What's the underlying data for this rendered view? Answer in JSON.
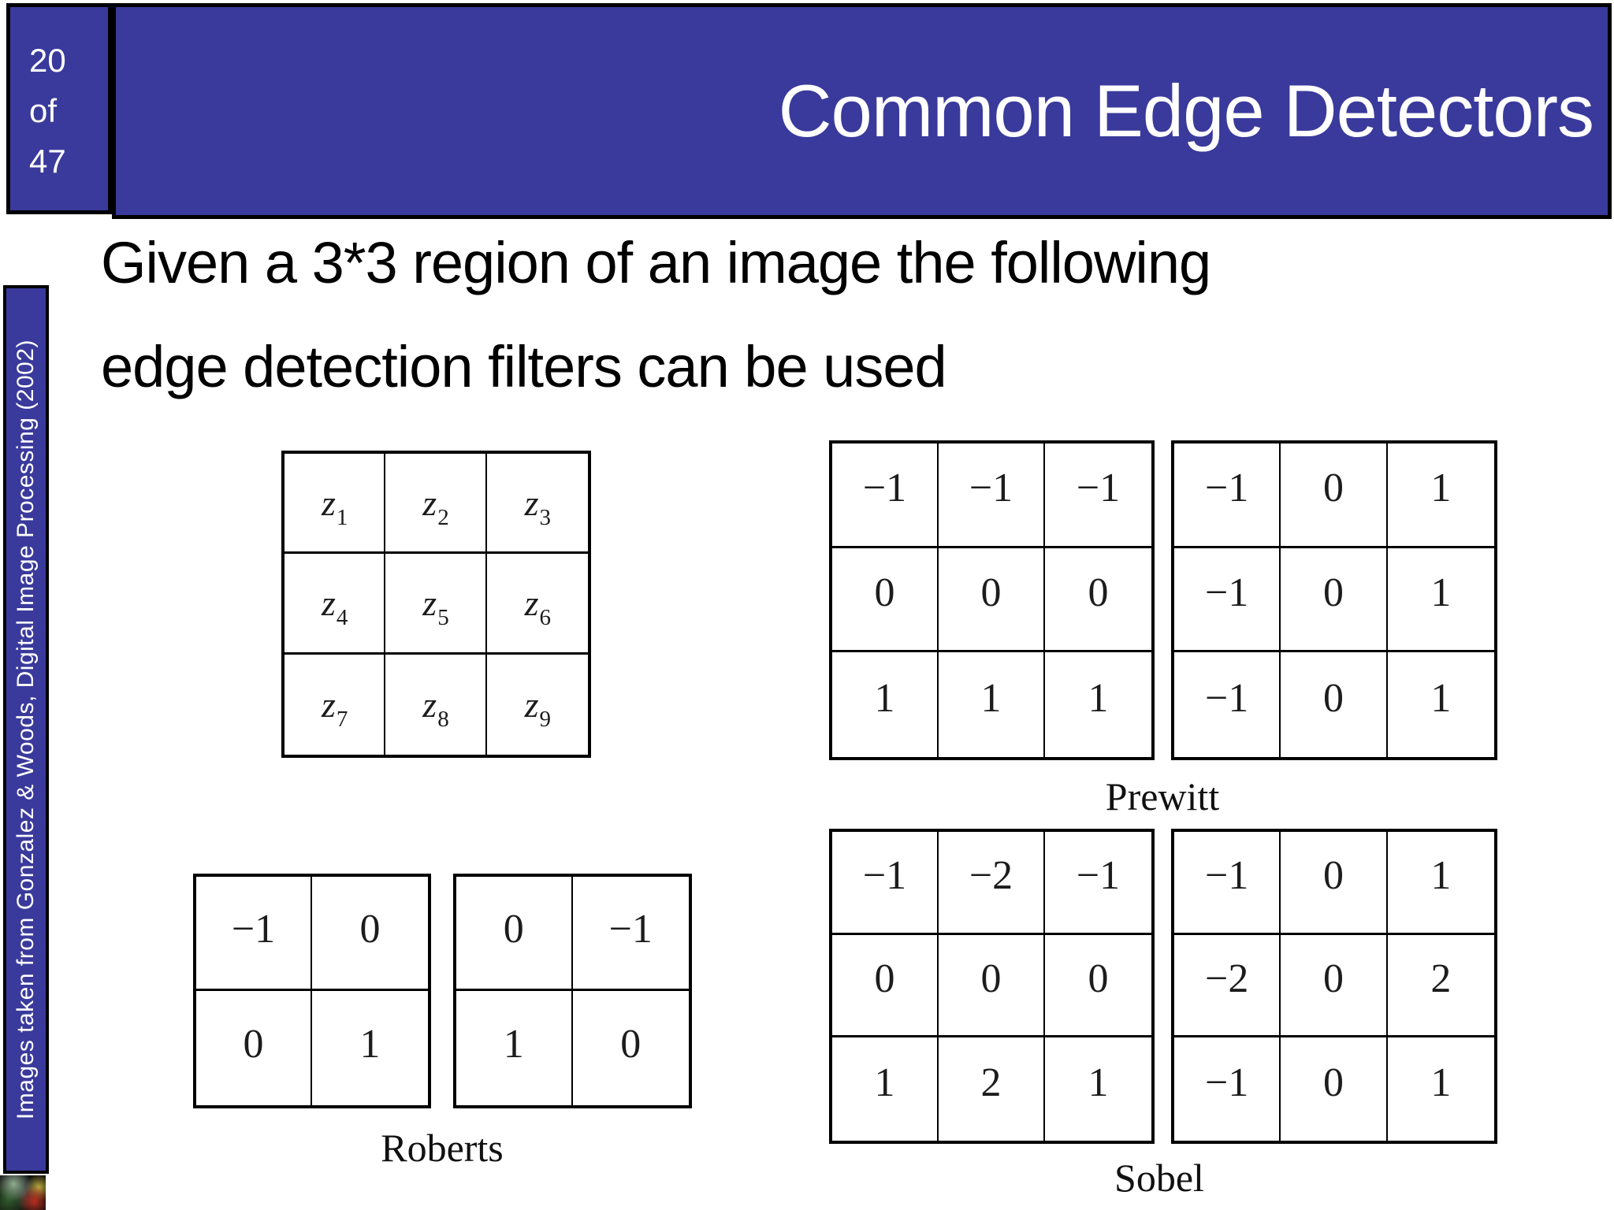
{
  "header": {
    "page_number_lines": [
      "20",
      "of",
      "47"
    ],
    "title": "Common Edge Detectors"
  },
  "sidebar": {
    "credit": "Images taken from Gonzalez & Woods, Digital Image Processing (2002)"
  },
  "body": {
    "intro_line1": "Given a 3*3 region of an image the following",
    "intro_line2": "edge detection filters can be used"
  },
  "z_matrix": {
    "cells": [
      {
        "base": "z",
        "sub": "1"
      },
      {
        "base": "z",
        "sub": "2"
      },
      {
        "base": "z",
        "sub": "3"
      },
      {
        "base": "z",
        "sub": "4"
      },
      {
        "base": "z",
        "sub": "5"
      },
      {
        "base": "z",
        "sub": "6"
      },
      {
        "base": "z",
        "sub": "7"
      },
      {
        "base": "z",
        "sub": "8"
      },
      {
        "base": "z",
        "sub": "9"
      }
    ]
  },
  "filters": {
    "prewitt": {
      "label": "Prewitt",
      "left": [
        [
          "−1",
          "−1",
          "−1"
        ],
        [
          "0",
          "0",
          "0"
        ],
        [
          "1",
          "1",
          "1"
        ]
      ],
      "right": [
        [
          "−1",
          "0",
          "1"
        ],
        [
          "−1",
          "0",
          "1"
        ],
        [
          "−1",
          "0",
          "1"
        ]
      ]
    },
    "roberts": {
      "label": "Roberts",
      "left": [
        [
          "−1",
          "0"
        ],
        [
          "0",
          "1"
        ]
      ],
      "right": [
        [
          "0",
          "−1"
        ],
        [
          "1",
          "0"
        ]
      ]
    },
    "sobel": {
      "label": "Sobel",
      "left": [
        [
          "−1",
          "−2",
          "−1"
        ],
        [
          "0",
          "0",
          "0"
        ],
        [
          "1",
          "2",
          "1"
        ]
      ],
      "right": [
        [
          "−1",
          "0",
          "1"
        ],
        [
          "−2",
          "0",
          "2"
        ],
        [
          "−1",
          "0",
          "1"
        ]
      ]
    }
  },
  "colors": {
    "header_blue": "#3a3a9c",
    "title_text": "#ffffff",
    "body_text": "#000000"
  }
}
